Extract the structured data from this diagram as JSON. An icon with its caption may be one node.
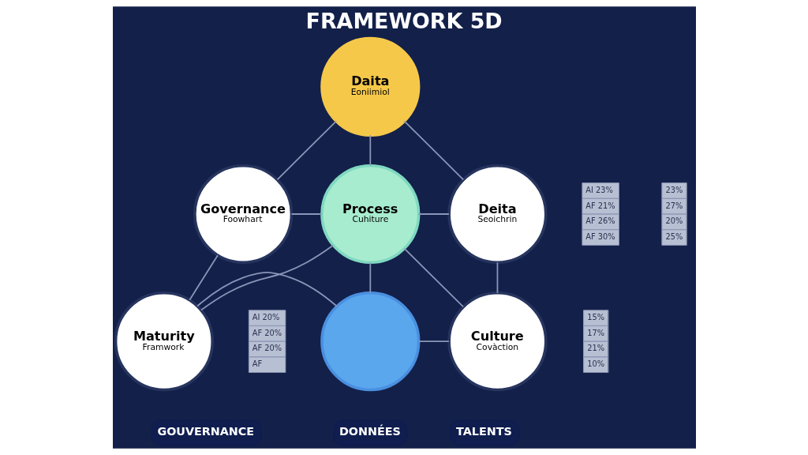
{
  "diagram": {
    "title": "FRAMEWORK 5D",
    "nodes": [
      {
        "text": [
          "Daita",
          "Eoniimiol"
        ]
      },
      {
        "text": [
          "Governance",
          "Foowhart"
        ],
        "beside": [
          "AI 23%",
          "AF 21%",
          "AF 26%",
          "AF 30%"
        ]
      },
      {
        "text": [
          "Deita",
          "Seoichrin"
        ],
        "beside": [
          "23%",
          "27%",
          "20%",
          "25%"
        ]
      },
      {
        "text": [
          "Process",
          "Cuhiture"
        ]
      },
      {
        "text": [
          "Maturity",
          "Framwork"
        ],
        "beside": [
          "AI 20%",
          "AF 20%",
          "AF 20%",
          "AF"
        ]
      },
      {
        "text": [],
        "shape": "circle"
      },
      {
        "text": [
          "Culture",
          "Covàction"
        ],
        "beside": [
          "15%",
          "17%",
          "21%",
          "10%"
        ]
      }
    ],
    "edges": [
      {
        "from": 0,
        "to": 1,
        "arrow": "none"
      },
      {
        "from": 0,
        "to": 2,
        "arrow": "none"
      },
      {
        "from": 0,
        "to": 3,
        "arrow": "none"
      },
      {
        "from": 1,
        "to": 3,
        "arrow": "none"
      },
      {
        "from": 3,
        "to": 2,
        "arrow": "none"
      },
      {
        "from": 1,
        "to": 4,
        "arrow": "none"
      },
      {
        "from": 2,
        "to": 6,
        "arrow": "none"
      },
      {
        "from": 3,
        "to": 4,
        "arrow": "none"
      },
      {
        "from": 3,
        "to": 6,
        "arrow": "none"
      },
      {
        "from": 3,
        "to": 5,
        "arrow": "none"
      },
      {
        "from": 4,
        "to": 5,
        "arrow": "none"
      },
      {
        "from": 5,
        "to": 6,
        "arrow": "none"
      }
    ],
    "labels": [
      "GOUVERNANCE",
      "DONNÉES",
      "TALENTS"
    ]
  }
}
